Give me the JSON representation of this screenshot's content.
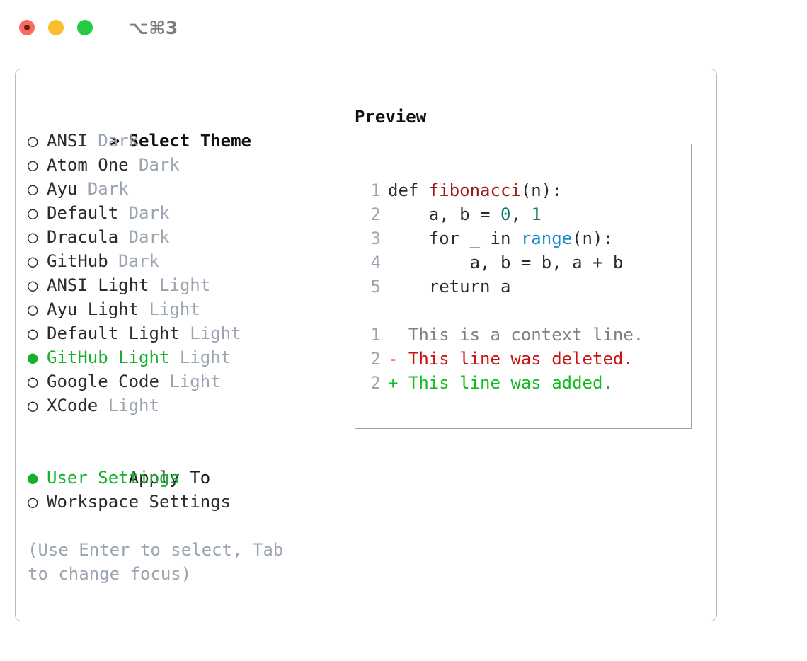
{
  "titlebar": {
    "dots": [
      "close-red",
      "minimize-yellow",
      "zoom-green"
    ],
    "shortcut": "⌥⌘3"
  },
  "theme_list": {
    "header_marker": ">",
    "header_label": "Select Theme",
    "marker_unselected": "○",
    "marker_selected": "●",
    "items": [
      {
        "marker": "○",
        "name": "ANSI",
        "kind": "Dark",
        "selected": false
      },
      {
        "marker": "○",
        "name": "Atom One",
        "kind": "Dark",
        "selected": false
      },
      {
        "marker": "○",
        "name": "Ayu",
        "kind": "Dark",
        "selected": false
      },
      {
        "marker": "○",
        "name": "Default",
        "kind": "Dark",
        "selected": false
      },
      {
        "marker": "○",
        "name": "Dracula",
        "kind": "Dark",
        "selected": false
      },
      {
        "marker": "○",
        "name": "GitHub",
        "kind": "Dark",
        "selected": false
      },
      {
        "marker": "○",
        "name": "ANSI Light",
        "kind": "Light",
        "selected": false
      },
      {
        "marker": "○",
        "name": "Ayu Light",
        "kind": "Light",
        "selected": false
      },
      {
        "marker": "○",
        "name": "Default Light",
        "kind": "Light",
        "selected": false
      },
      {
        "marker": "●",
        "name": "GitHub Light",
        "kind": "Light",
        "selected": true
      },
      {
        "marker": "○",
        "name": "Google Code",
        "kind": "Light",
        "selected": false
      },
      {
        "marker": "○",
        "name": "XCode",
        "kind": "Light",
        "selected": false
      }
    ]
  },
  "apply_to": {
    "title": "Apply To",
    "options": [
      {
        "marker": "●",
        "label": "User Settings",
        "selected": true
      },
      {
        "marker": "○",
        "label": "Workspace Settings",
        "selected": false
      }
    ]
  },
  "hint": "(Use Enter to select, Tab to change focus)",
  "preview": {
    "title": "Preview",
    "code_lines": [
      {
        "num": "1",
        "segments": [
          {
            "text": "def ",
            "style": "plain"
          },
          {
            "text": "fibonacci",
            "style": "fn"
          },
          {
            "text": "(n):",
            "style": "plain"
          }
        ]
      },
      {
        "num": "2",
        "segments": [
          {
            "text": "    a, b = ",
            "style": "plain"
          },
          {
            "text": "0",
            "style": "num"
          },
          {
            "text": ", ",
            "style": "plain"
          },
          {
            "text": "1",
            "style": "num"
          }
        ]
      },
      {
        "num": "3",
        "segments": [
          {
            "text": "    for _ in ",
            "style": "plain"
          },
          {
            "text": "range",
            "style": "call"
          },
          {
            "text": "(n):",
            "style": "plain"
          }
        ]
      },
      {
        "num": "4",
        "segments": [
          {
            "text": "        a, b = b, a + b",
            "style": "plain"
          }
        ]
      },
      {
        "num": "5",
        "segments": [
          {
            "text": "    return a",
            "style": "plain"
          }
        ]
      }
    ],
    "diff_lines": [
      {
        "num": "1",
        "sign": " ",
        "text": " This is a context line.",
        "style": "ctx"
      },
      {
        "num": "2",
        "sign": "-",
        "text": " This line was deleted.",
        "style": "del"
      },
      {
        "num": "2",
        "sign": "+",
        "text": " This line was added.",
        "style": "add"
      }
    ]
  },
  "colors": {
    "selected_green": "#15b02e",
    "muted_gray": "#9aa5b1",
    "border": "#b3bdc9",
    "preview_border": "#9aa5b1",
    "fn_red": "#9c1a1a",
    "num_teal": "#0b7a62",
    "call_blue": "#1a8cc8",
    "diff_del": "#cc1111",
    "diff_add": "#11bb22"
  }
}
